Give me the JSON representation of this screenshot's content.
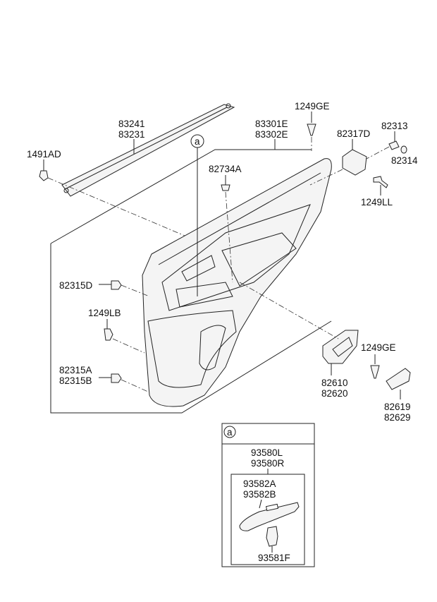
{
  "labels": {
    "p83241": "83241",
    "p83231": "83231",
    "p1491AD": "1491AD",
    "p83301E": "83301E",
    "p83302E": "83302E",
    "p1249GE_top": "1249GE",
    "p82317D": "82317D",
    "p82313": "82313",
    "p82314": "82314",
    "p82734A": "82734A",
    "p1249LL": "1249LL",
    "p82315D": "82315D",
    "p1249LB": "1249LB",
    "p82315A": "82315A",
    "p82315B": "82315B",
    "p1249GE_bottom": "1249GE",
    "p82610": "82610",
    "p82620": "82620",
    "p82619": "82619",
    "p82629": "82629",
    "ref_a": "a"
  },
  "detail_a": {
    "ref": "a",
    "p93580L": "93580L",
    "p93580R": "93580R",
    "p93582A": "93582A",
    "p93582B": "93582B",
    "p93581F": "93581F"
  }
}
